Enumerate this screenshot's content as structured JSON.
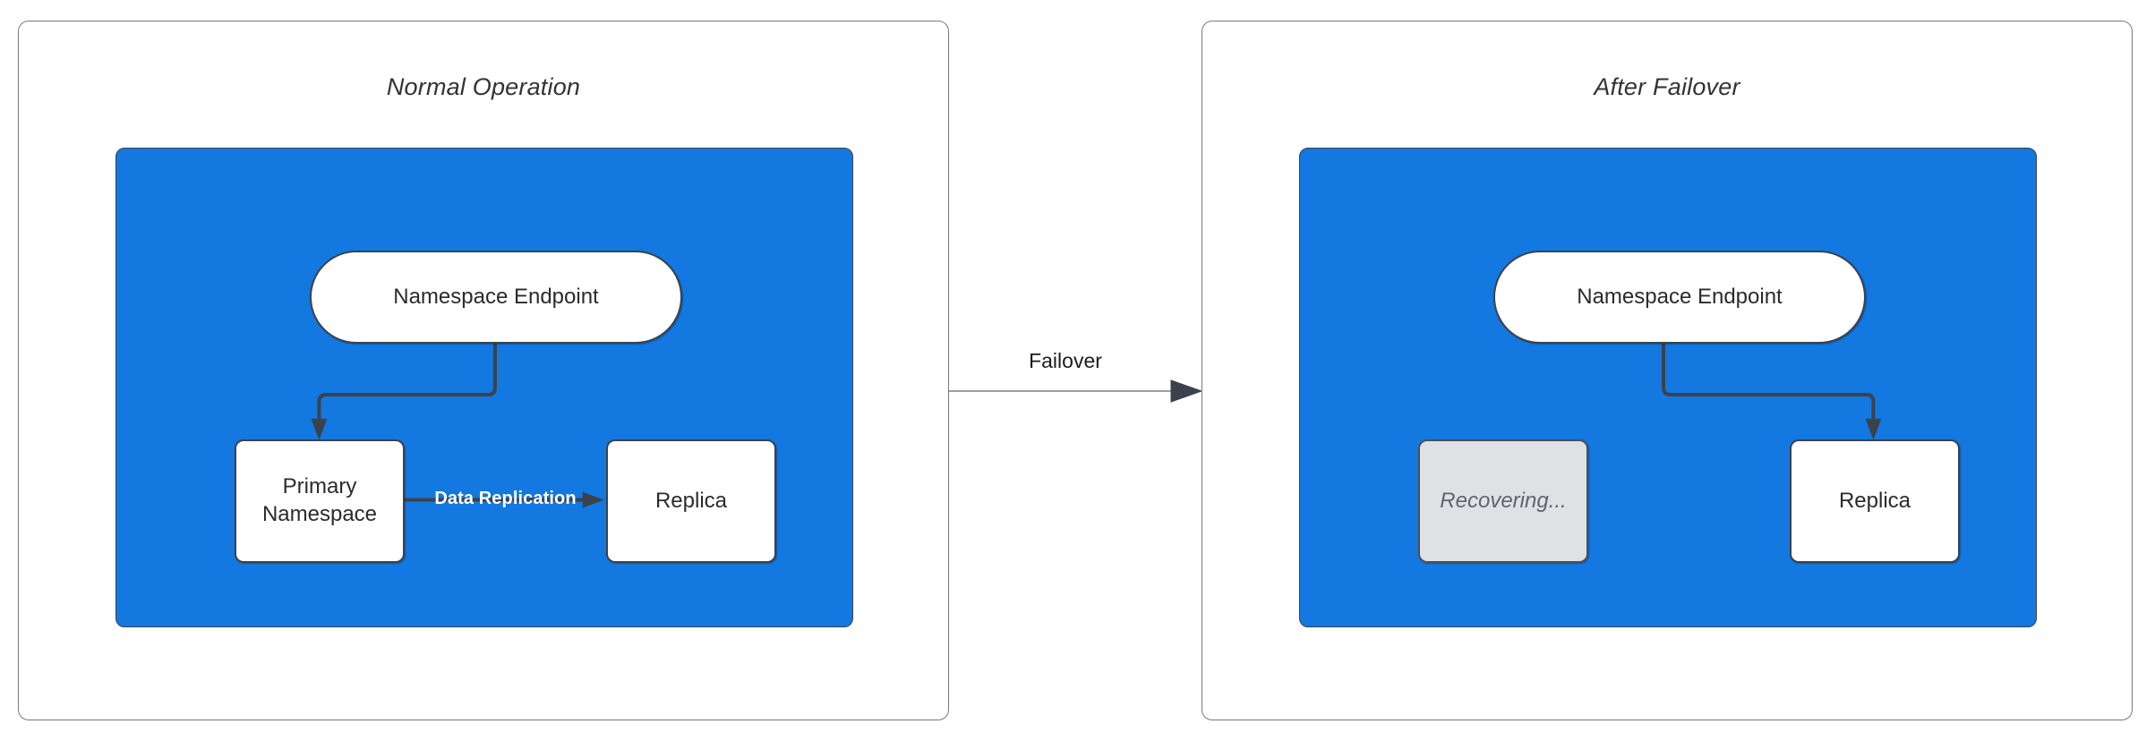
{
  "diagram": {
    "title_left": "Normal Operation",
    "title_right": "After Failover",
    "transition_label": "Failover"
  },
  "panels": [
    {
      "id": "normal-operation",
      "title": "Normal Operation",
      "zone_color": "#1378e0",
      "nodes": [
        {
          "id": "namespace-endpoint-left",
          "label": "Namespace Endpoint",
          "shape": "pill",
          "state": "active"
        },
        {
          "id": "primary-namespace",
          "label": "Primary\nNamespace",
          "shape": "rect",
          "state": "active"
        },
        {
          "id": "replica-left",
          "label": "Replica",
          "shape": "rect",
          "state": "active"
        }
      ],
      "edges": [
        {
          "id": "endpoint-to-primary",
          "from": "namespace-endpoint-left",
          "to": "primary-namespace",
          "label": ""
        },
        {
          "id": "primary-to-replica",
          "from": "primary-namespace",
          "to": "replica-left",
          "label": "Data Replication"
        }
      ]
    },
    {
      "id": "after-failover",
      "title": "After Failover",
      "zone_color": "#1378e0",
      "nodes": [
        {
          "id": "namespace-endpoint-right",
          "label": "Namespace Endpoint",
          "shape": "pill",
          "state": "active"
        },
        {
          "id": "recovering",
          "label": "Recovering...",
          "shape": "rect",
          "state": "recovering"
        },
        {
          "id": "replica-right",
          "label": "Replica",
          "shape": "rect",
          "state": "active"
        }
      ],
      "edges": [
        {
          "id": "endpoint-to-replica",
          "from": "namespace-endpoint-right",
          "to": "replica-right",
          "label": ""
        }
      ]
    }
  ],
  "labels": {
    "namespace_endpoint": "Namespace Endpoint",
    "primary_namespace_line1": "Primary",
    "primary_namespace_line2": "Namespace",
    "replica": "Replica",
    "recovering": "Recovering...",
    "data_replication": "Data Replication",
    "failover": "Failover"
  },
  "colors": {
    "zone_blue": "#1378e0",
    "stroke_dark": "#3b424c",
    "panel_border": "#7a7a7a",
    "node_fill": "#ffffff",
    "muted_fill": "#e0e1e4",
    "muted_text": "#5e6470",
    "edge_label_on_blue": "#ffffff"
  }
}
